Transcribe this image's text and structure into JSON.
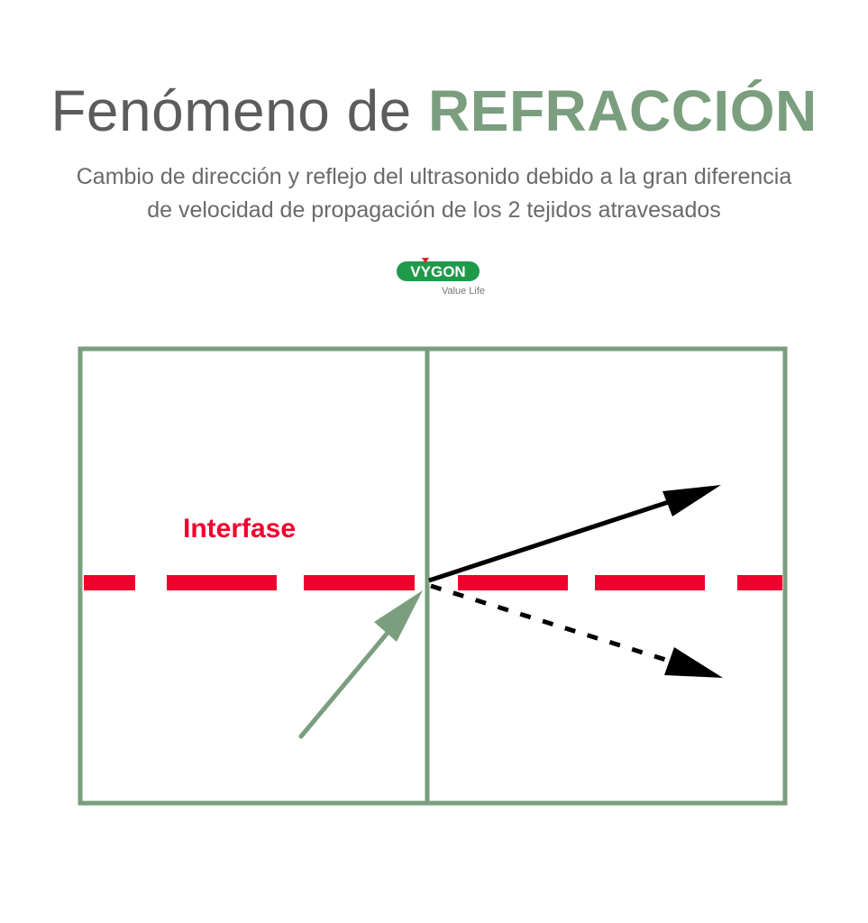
{
  "header": {
    "title_prefix": "Fenómeno de",
    "title_highlight": "REFRACCIÓN",
    "subtitle_line1": "Cambio de dirección y reflejo del ultrasonido debido a la gran diferencia",
    "subtitle_line2": "de velocidad de propagación de los 2 tejidos atravesados"
  },
  "logo": {
    "brand": "VYGON",
    "tagline": "Value Life"
  },
  "diagram": {
    "interface_label": "Interfase",
    "colors": {
      "frame": "#7a9e7e",
      "interface": "#f0002d",
      "arrows": "#000000",
      "incident": "#7a9e7e"
    }
  }
}
